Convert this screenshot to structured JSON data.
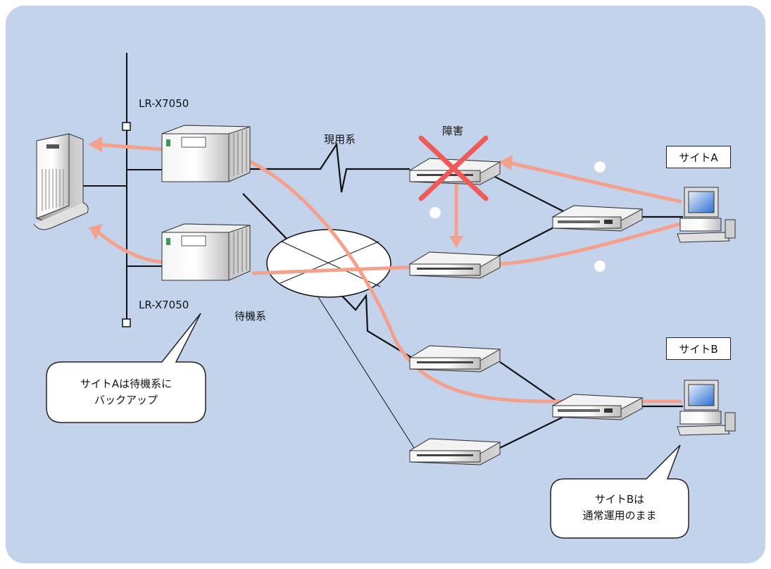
{
  "labels": {
    "router_top": "LR-X7050",
    "router_bottom": "LR-X7050",
    "active": "現用系",
    "standby": "待機系",
    "failure": "障害",
    "site_a": "サイトA",
    "site_b": "サイトB"
  },
  "callouts": {
    "left_line1": "サイトAは待機系に",
    "left_line2": "バックアップ",
    "right_line1": "サイトBは",
    "right_line2": "通常運用のまま"
  },
  "colors": {
    "background_panel": "#c3d3ec",
    "path_highlight": "#f4a08a",
    "failure_mark": "#ee5a57",
    "line": "#111111"
  }
}
